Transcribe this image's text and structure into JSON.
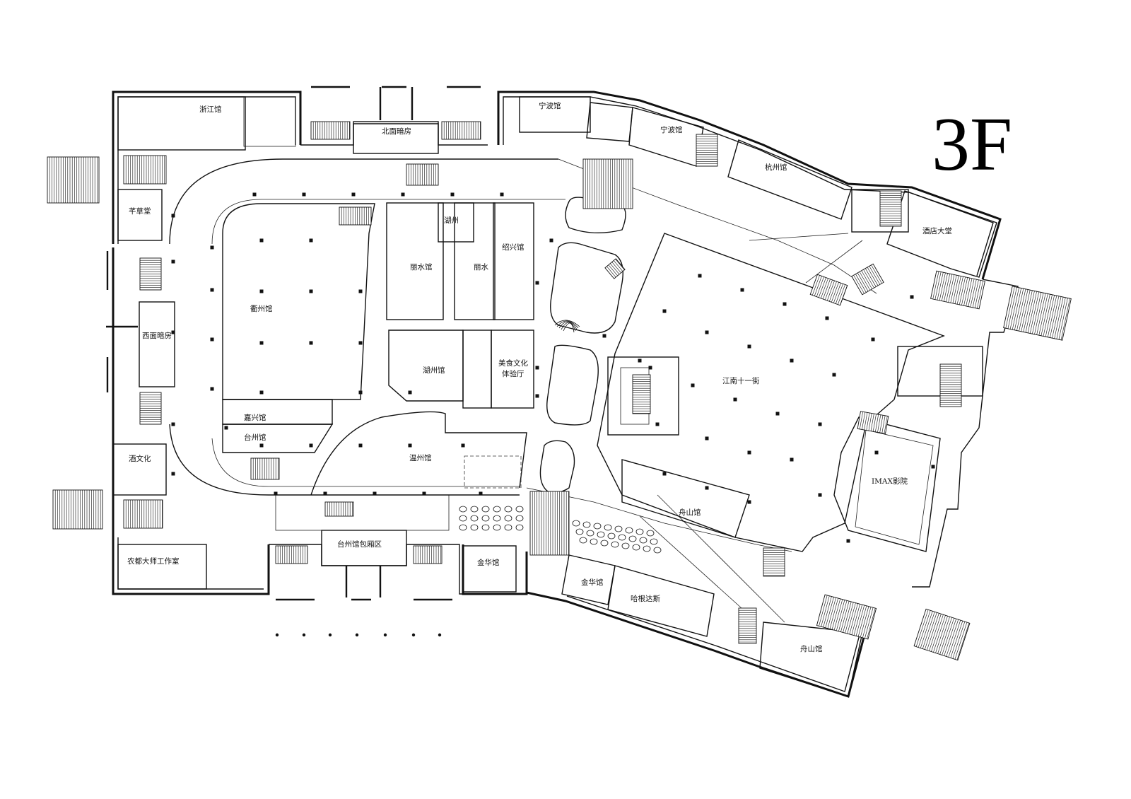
{
  "floor": "3F",
  "rooms": {
    "zhejiang": "浙江馆",
    "north_darkroom": "北面暗房",
    "ningbo_top": "宁波馆",
    "ningbo_2": "宁波馆",
    "hangzhou": "杭州馆",
    "hotel_lobby": "酒店大堂",
    "qiancaotang": "芊草堂",
    "west_darkroom": "西面暗房",
    "huzhou_small": "湖州",
    "shaoxing": "绍兴馆",
    "lishui_hall": "丽水馆",
    "lishui": "丽水",
    "quzhou": "衢州馆",
    "huzhou_hall": "湖州馆",
    "food_culture_1": "美食文化",
    "food_culture_2": "体验厅",
    "jiangnan_street": "江南十一街",
    "jiaxing": "嘉兴馆",
    "taizhou": "台州馆",
    "wenzhou": "温州馆",
    "wine_culture": "酒文化",
    "imax": "IMAX影院",
    "zhoushan": "舟山馆",
    "nongdu": "农都大师工作室",
    "taizhou_private": "台州馆包厢区",
    "jinhua_1": "金华馆",
    "jinhua_2": "金华馆",
    "haagen_dazs": "哈根达斯",
    "zhoushan_2": "舟山馆"
  }
}
